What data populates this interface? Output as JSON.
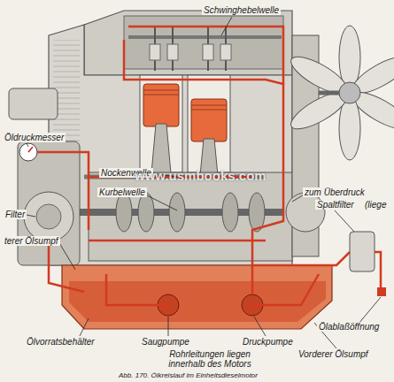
{
  "diagram": {
    "caption": "Abb. 170. Ölkreislauf im Einheitsdieselmotor",
    "labels": [
      "Schwinghebelwelle",
      "Öldruckmesser",
      "Nockenwelle",
      "Kurbelwelle",
      "Filter",
      "terer Ölsumpf",
      "zum Überdruck",
      "Spaltfilter",
      "(liege",
      "Ölvorratsbehälter",
      "Saugpumpe",
      "Druckpumpe",
      "Vorderer Ölsumpf",
      "Ölablaßöffnung",
      "Rohrleitungen liegen innerhalb des Motors",
      "www.usmbooks.com"
    ]
  }
}
